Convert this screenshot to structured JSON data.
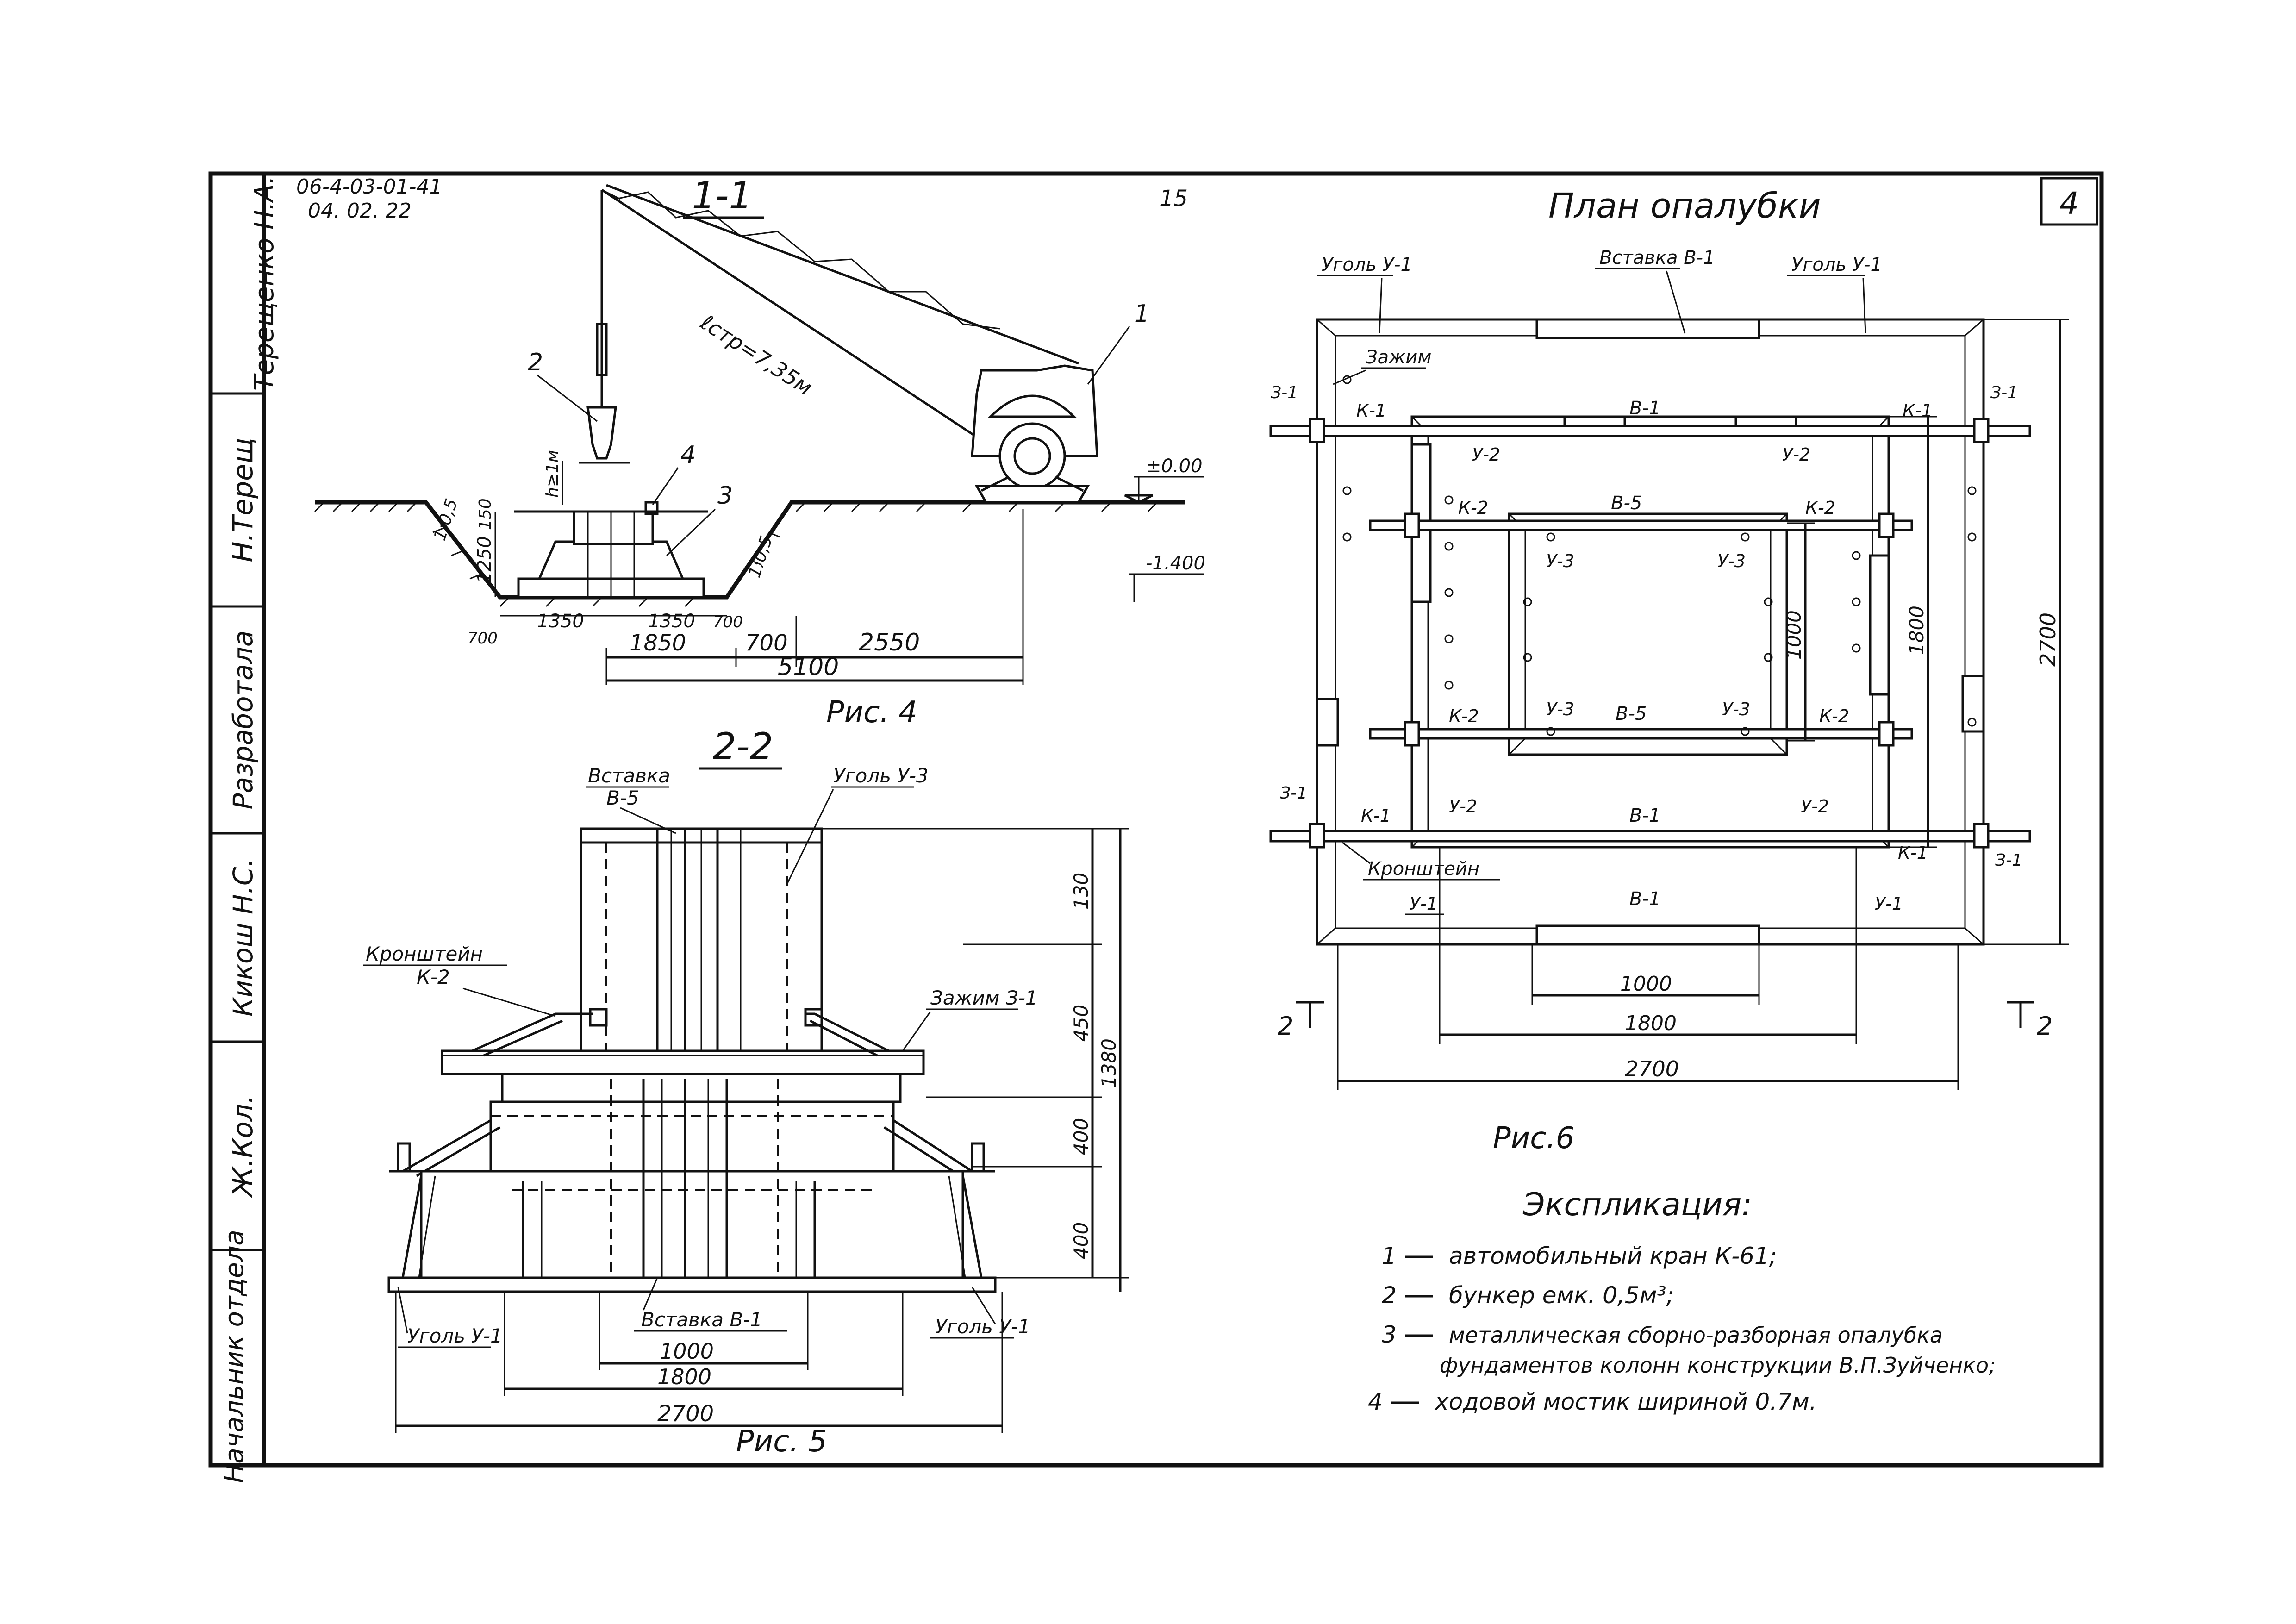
{
  "title_block": {
    "doc_code": "06-4-03-01-41",
    "doc_date": "04. 02. 22",
    "sheet_page": "15",
    "sheet_number": "4",
    "side": [
      {
        "role": "Начальник отдела",
        "signature": "Ж.Кол.",
        "name": ""
      },
      {
        "role": "",
        "signature": "",
        "name": "Кикош Н.С."
      },
      {
        "role": "Разработала",
        "signature": "Н.Терещ",
        "name": ""
      },
      {
        "role": "",
        "signature": "",
        "name": "Терещенко Н.А."
      }
    ]
  },
  "fig4": {
    "section": "1-1",
    "caption": "Рис. 4",
    "boom_label": "ℓстр=7,35м",
    "elev_top": "±0.00",
    "elev_bottom": "-1.400",
    "slope_left": "1:0,5",
    "slope_right": "1:0,5",
    "hook_height": "h≥1м",
    "dims_vertical": [
      "150",
      "1250"
    ],
    "dims_small": [
      "1350",
      "1350",
      "700",
      "700"
    ],
    "dims_row": [
      "1850",
      "700",
      "2550"
    ],
    "dim_total": "5100",
    "callouts": [
      "1",
      "2",
      "3",
      "4"
    ]
  },
  "fig5": {
    "section": "2-2",
    "caption": "Рис. 5",
    "labels": {
      "insert_top": "Вставка В-5",
      "angle_top": "Уголь У-3",
      "bracket": "Кронштейн К-2",
      "clamp": "Зажим З-1",
      "insert_bottom": "Вставка В-1",
      "angle_left": "Уголь У-1",
      "angle_right": "Уголь У-1"
    },
    "dims_vertical": [
      "130",
      "450",
      "400",
      "400"
    ],
    "dim_vertical_total": "1380",
    "dims_horizontal": [
      "1000",
      "1800",
      "2700"
    ]
  },
  "fig6": {
    "title": "План опалубки",
    "caption": "Рис.6",
    "labels": {
      "angle_tl": "Уголь У-1",
      "insert_top": "Вставка В-1",
      "angle_tr": "Уголь У-1",
      "clamp": "Зажим",
      "bracket": "Кронштейн",
      "z_marks": [
        "З-1",
        "З-1",
        "З-1",
        "З-1"
      ],
      "k1": [
        "К-1",
        "К-1",
        "К-1",
        "К-1"
      ],
      "k2": [
        "К-2",
        "К-2",
        "К-2",
        "К-2"
      ],
      "b1": [
        "В-1",
        "В-1",
        "В-1"
      ],
      "b5": [
        "В-5",
        "В-5"
      ],
      "u2": [
        "У-2",
        "У-2",
        "У-2",
        "У-2"
      ],
      "u3": [
        "У-3",
        "У-3",
        "У-3",
        "У-3"
      ],
      "u1_bottom": [
        "У-1",
        "У-1"
      ]
    },
    "dims_vertical": [
      "1000",
      "1800",
      "2700"
    ],
    "dims_horizontal": [
      "1000",
      "1800",
      "2700"
    ],
    "section_marks": [
      "2",
      "2"
    ]
  },
  "legend": {
    "title": "Экспликация:",
    "items": [
      {
        "num": "1",
        "text": "автомобильный кран К-61;"
      },
      {
        "num": "2",
        "text": "бункер емк. 0,5м³;"
      },
      {
        "num": "3",
        "text": "металлическая сборно-разборная опалубка фундаментов колонн конструкции В.П.Зуйченко;"
      },
      {
        "num": "4",
        "text": "ходовой мостик шириной 0.7м."
      }
    ]
  }
}
